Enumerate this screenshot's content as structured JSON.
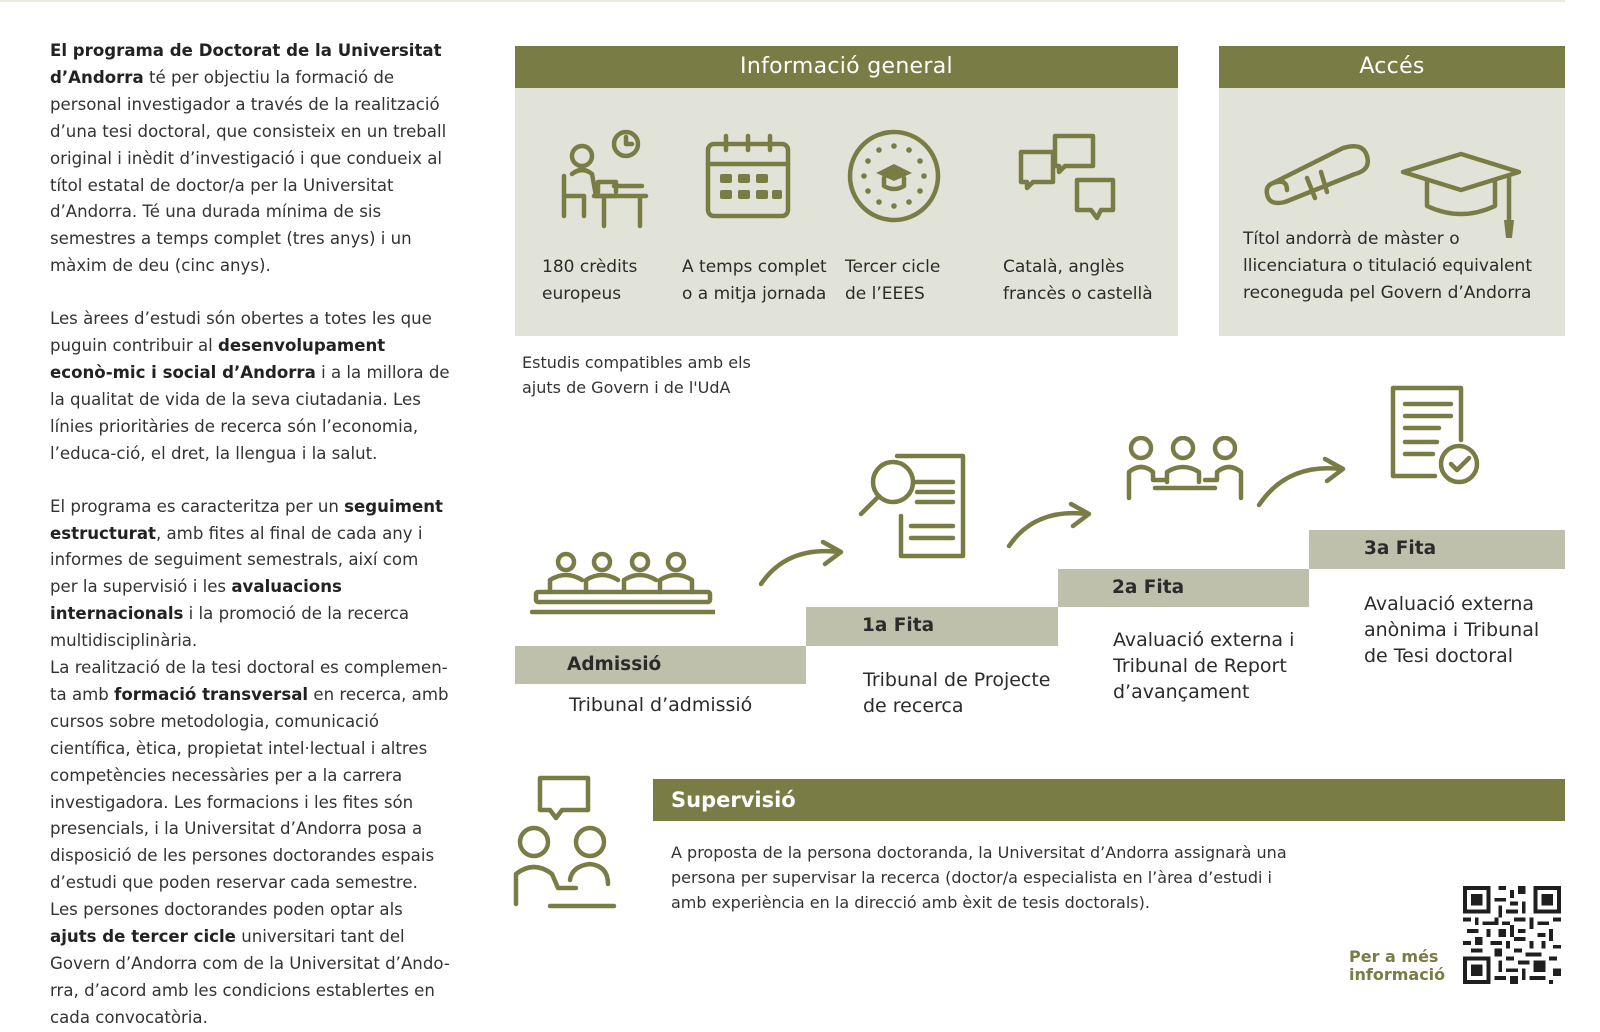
{
  "left": {
    "p1": {
      "b1": "El programa de Doctorat de la Universitat d’Andorra",
      "t1": " té per objectiu la formació de personal investigador a través de la realització d’una tesi doctoral, que consisteix en un treball original i inèdit d’investigació i que condueix al títol estatal de doctor/a per la Universitat d’Andorra. Té una durada mínima de sis semestres a temps complet (tres anys) i un màxim de deu (cinc anys)."
    },
    "p2": {
      "t1": "Les àrees d’estudi són obertes a totes les que puguin contribuir al ",
      "b1": "desenvolupament econò-mic i social d’Andorra",
      "t2": " i a la millora de la qualitat de vida de la seva ciutadania. Les línies prioritàries de recerca són l’economia, l’educa-ció, el dret, la llengua i la salut."
    },
    "p3": {
      "t1": "El programa es caracteritza per un ",
      "b1": "seguiment estructurat",
      "t2": ", amb fites al final de cada any i informes de seguiment semestrals, així com per la supervisió i les ",
      "b2": "avaluacions internacionals",
      "t3": " i la promoció de la recerca multidisciplinària."
    },
    "p4": {
      "t1": "La realització de la tesi doctoral es complemen-ta amb ",
      "b1": "formació transversal",
      "t2": " en recerca, amb cursos sobre metodologia, comunicació científica, ètica, propietat intel·lectual i altres competències necessàries per a la carrera investigadora. Les formacions i les fites són presencials, i la Universitat d’Andorra posa a disposició de les persones doctorandes espais d’estudi que poden reservar cada semestre."
    },
    "p5": {
      "t1": "Les persones doctorandes poden optar als ",
      "b1": "ajuts de tercer cicle",
      "t2": " universitari tant del Govern d’Andorra com de la Universitat d’Ando-rra, d’acord amb les condicions establertes en cada convocatòria."
    }
  },
  "info": {
    "title": "Informació general",
    "items": [
      {
        "l1": "180 crèdits",
        "l2": "europeus",
        "icon": "person-at-desk-clock-icon"
      },
      {
        "l1": "A temps complet",
        "l2": "o a mitja jornada",
        "icon": "calendar-icon"
      },
      {
        "l1": "Tercer cicle",
        "l2": "de l’EEES",
        "icon": "eu-graduation-cap-icon"
      },
      {
        "l1": "Català, anglès",
        "l2": "francès o castellà",
        "icon": "speech-bubbles-icon"
      }
    ],
    "note_l1": "Estudis compatibles amb els",
    "note_l2": "ajuts de Govern i de l'UdA"
  },
  "acces": {
    "title": "Accés",
    "l1": "Títol andorrà de màster o",
    "l2": "llicenciatura o titulació equivalent",
    "l3": "reconeguda pel Govern d’Andorra"
  },
  "steps": [
    {
      "label": "Admissió",
      "d1": "Tribunal d’admissió",
      "d2": "",
      "d3": ""
    },
    {
      "label": "1a Fita",
      "d1": "Tribunal de Projecte",
      "d2": "de recerca",
      "d3": ""
    },
    {
      "label": "2a Fita",
      "d1": "Avaluació externa i",
      "d2": "Tribunal de Report",
      "d3": "d’avançament"
    },
    {
      "label": "3a Fita",
      "d1": "Avaluació externa",
      "d2": "anònima i Tribunal",
      "d3": "de Tesi doctoral"
    }
  ],
  "supervisio": {
    "title": "Supervisió",
    "l1": "A proposta de la persona doctoranda, la Universitat d’Andorra assignarà una",
    "l2": "persona per supervisar la recerca (doctor/a especialista en l’àrea d’estudi i",
    "l3": "amb experiència en la direcció amb èxit de tesis doctorals)."
  },
  "more": {
    "l1": "Per a més",
    "l2": "informació"
  },
  "colors": {
    "accent": "#7a7c45",
    "panel": "#e2e3d8",
    "step": "#bfc0ac"
  }
}
